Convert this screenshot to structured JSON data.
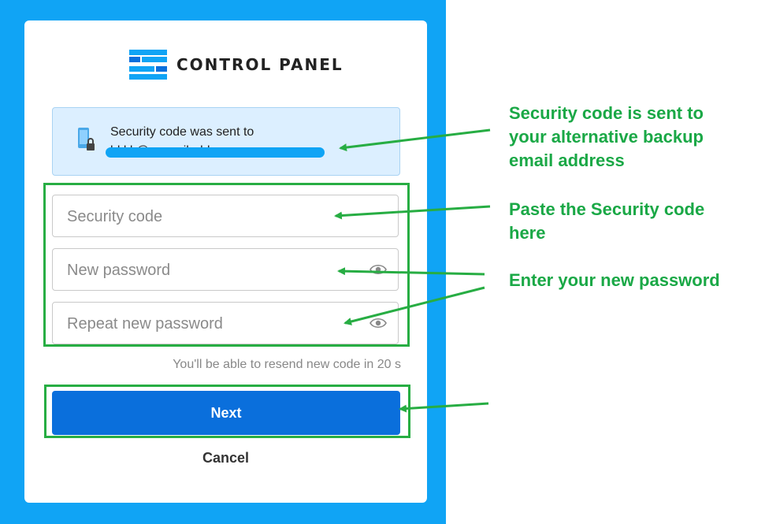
{
  "logo": {
    "text": "CONTROL PANEL"
  },
  "info": {
    "label": "Security code was sent to",
    "email": "bkkk@mymailaddress.org"
  },
  "fields": {
    "security_code_placeholder": "Security code",
    "new_password_placeholder": "New password",
    "repeat_password_placeholder": "Repeat new password"
  },
  "resend_text": "You'll be able to resend new code in 20 s",
  "buttons": {
    "next": "Next",
    "cancel": "Cancel"
  },
  "annotations": {
    "backup_email": "Security code is sent to\nyour alternative backup\nemail address",
    "paste_code": "Paste the Security  code\nhere",
    "new_password": "Enter your new password"
  },
  "colors": {
    "page_background": "#10a4f5",
    "primary_button": "#0a6fdc",
    "info_box": "#dcefff",
    "annotation_green": "#1aa846"
  },
  "icons": {
    "logo": "control-panel-logo-icon",
    "phone": "phone-lock-icon",
    "eye": "eye-icon"
  }
}
